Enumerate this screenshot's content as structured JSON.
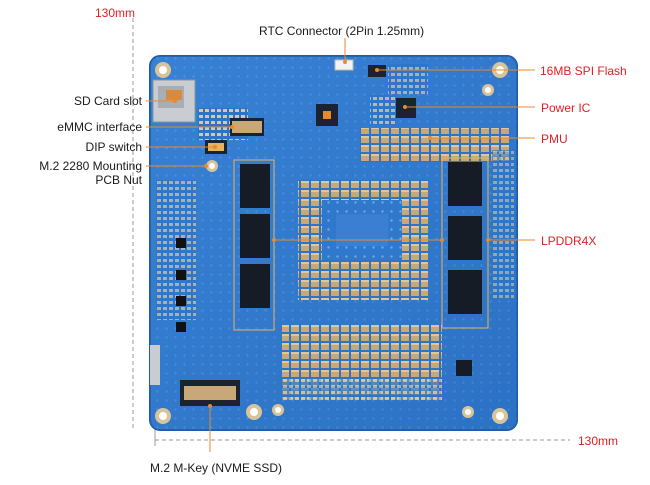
{
  "dimensions": {
    "top_width": "130mm",
    "right_height": "130mm"
  },
  "callouts": {
    "rtc_connector": "RTC Connector (2Pin 1.25mm)",
    "sd_card_slot": "SD Card slot",
    "emmc_interface": "eMMC interface",
    "dip_switch": "DIP switch",
    "m2_mounting_line1": "M.2 2280 Mounting",
    "m2_mounting_line2": "PCB Nut",
    "spi_flash": "16MB SPI Flash",
    "power_ic": "Power IC",
    "pmu": "PMU",
    "lpddr4x": "LPDDR4X",
    "m2_mkey": "M.2 M-Key (NVME SSD)"
  },
  "colors": {
    "board_blue": "#2f78cc",
    "board_edge": "#1e5aa6",
    "accent_red": "#e02020",
    "leader_orange": "#e8892a",
    "label_dark": "#1a1a1a",
    "dimension_gray": "#9a9a9a"
  }
}
